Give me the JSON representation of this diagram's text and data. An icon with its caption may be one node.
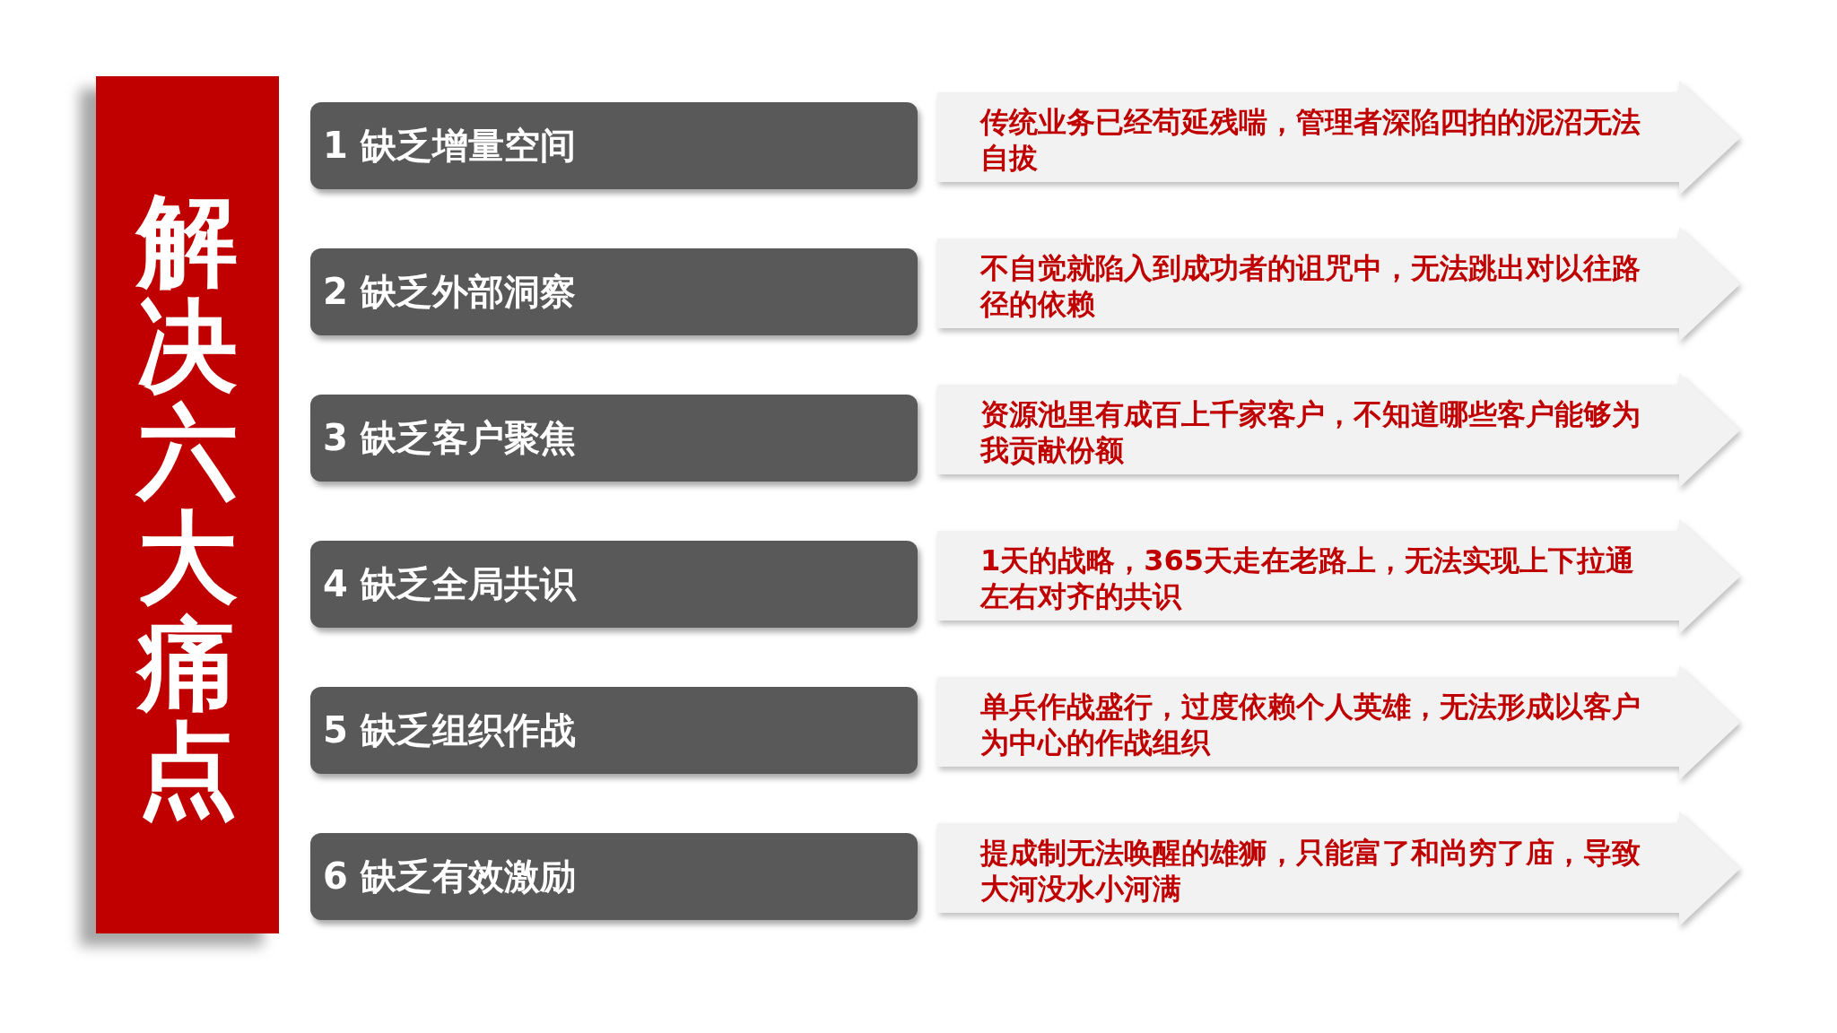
{
  "diagram": {
    "nodes": [
      {
        "text": [
          "解决六大痛点"
        ]
      },
      {
        "text": [
          "1 缺乏增量空间"
        ]
      },
      {
        "text": [
          "2 缺乏外部洞察"
        ]
      },
      {
        "text": [
          "3 缺乏客户聚焦"
        ]
      },
      {
        "text": [
          "4 缺乏全局共识"
        ]
      },
      {
        "text": [
          "5 缺乏组织作战"
        ]
      },
      {
        "text": [
          "6 缺乏有效激励"
        ]
      },
      {
        "text": [
          "传统业务已经苟延残喘，管理者深陷四拍的泥沼无法自拔"
        ]
      },
      {
        "text": [
          "不自觉就陷入到成功者的诅咒中，无法跳出对以往路径的依赖"
        ]
      },
      {
        "text": [
          "资源池里有成百上千家客户，不知道哪些客户能够为我贡献份额"
        ]
      },
      {
        "text": [
          "1天的战略，365天走在老路上，无法实现上下拉通左右对齐的共识"
        ]
      },
      {
        "text": [
          "单兵作战盛行，过度依赖个人英雄，无法形成以客户为中心的作战组织"
        ]
      },
      {
        "text": [
          "提成制无法唤醒的雄狮，只能富了和尚穷了庙，导致大河没水小河满"
        ]
      }
    ]
  }
}
